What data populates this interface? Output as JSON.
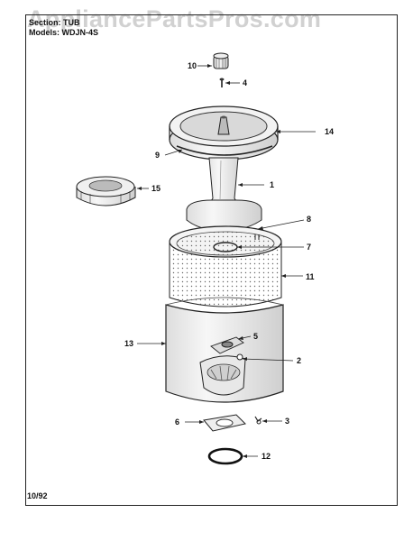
{
  "watermark": "AppliancePartsPros.com",
  "header": {
    "section_text": "Section: TUB",
    "model_text": "Models: WDJN-4S"
  },
  "footer": {
    "date": "10/92"
  },
  "callouts": [
    {
      "id": "10",
      "part": "cap"
    },
    {
      "id": "4",
      "part": "screw"
    },
    {
      "id": "14",
      "part": "tub-ring"
    },
    {
      "id": "9",
      "part": "gasket"
    },
    {
      "id": "1",
      "part": "agitator"
    },
    {
      "id": "15",
      "part": "fabric-softener-dispenser"
    },
    {
      "id": "8",
      "part": "hub-seal"
    },
    {
      "id": "7",
      "part": "seal"
    },
    {
      "id": "11",
      "part": "basket"
    },
    {
      "id": "13",
      "part": "outer-tub"
    },
    {
      "id": "5",
      "part": "hub-nut"
    },
    {
      "id": "2",
      "part": "tub-hose-connector"
    },
    {
      "id": "6",
      "part": "retainer-plate"
    },
    {
      "id": "3",
      "part": "clip"
    },
    {
      "id": "12",
      "part": "o-ring"
    }
  ]
}
